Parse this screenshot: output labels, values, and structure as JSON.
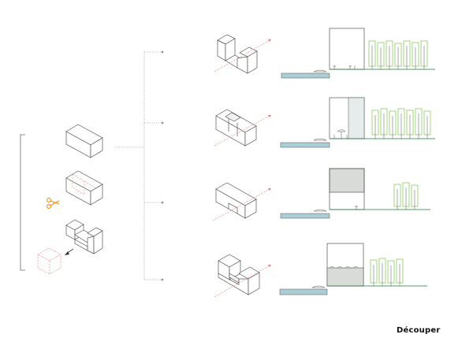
{
  "caption": "Découper",
  "icons": {
    "scissors": "scissors-icon",
    "arrow": "arrow-icon"
  },
  "colors": {
    "line": "#555555",
    "dotted": "#777777",
    "accent_red": "#e08080",
    "scissors": "#f08c1e",
    "water": "#a9cfd4",
    "wall_grey": "#d9dbd8",
    "glass": "#e6eceb",
    "tree": "#7cc44a",
    "ground": "#1f7a3a"
  },
  "rows": [
    {
      "id": "row-1",
      "form": "open-u",
      "building": "empty"
    },
    {
      "id": "row-2",
      "form": "notched-block",
      "building": "half-glazed"
    },
    {
      "id": "row-3",
      "form": "bottom-notch",
      "building": "upper-filled"
    },
    {
      "id": "row-4",
      "form": "side-notch",
      "building": "lower-filled"
    }
  ]
}
